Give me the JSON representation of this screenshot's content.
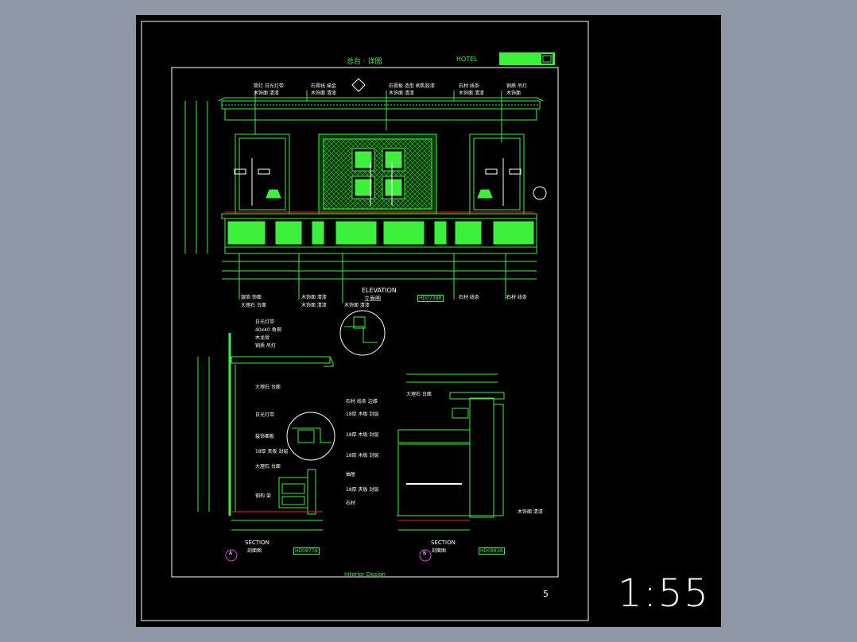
{
  "sheet": {
    "title": "总台 · 详图",
    "hotel": "HOTEL",
    "page_number": "5",
    "scale_label": "1:55",
    "footer": "Interior Design",
    "elevation": {
      "label_en": "ELEVATION",
      "label_cn": "立面图",
      "ref": "HD0738R"
    },
    "section_a": {
      "marker": "A",
      "label_en": "SECTION",
      "label_cn": "剖面图",
      "ref": "HD0877A"
    },
    "section_b": {
      "marker": "B",
      "label_en": "SECTION",
      "label_cn": "剖面图",
      "ref": "HD0893A"
    }
  },
  "colors": {
    "background": "#000000",
    "lines": "#3cf03c",
    "text": "#ffffff",
    "accent": "#ff2020",
    "marker": "#e040e0",
    "viewport": "#8f96a6"
  },
  "annotations": {
    "top_left": [
      "筒灯 日光灯带",
      "木饰面 清漆"
    ],
    "top_mid1": [
      "石膏线 描金",
      "木饰面 清漆"
    ],
    "top_mid2": [
      "石膏板 造型 刷乳胶漆",
      "木饰面 清漆"
    ],
    "top_right1": [
      "石材 线条",
      "木饰面 清漆"
    ],
    "top_right2": [
      "铜质 吊灯",
      "木饰面"
    ],
    "bottom_left": [
      "银箔 饰面",
      "大理石 台面"
    ],
    "bottom_mid": [
      "木饰面 清漆",
      "木饰面 清漆",
      "木饰面 清漆"
    ],
    "bottom_right": [
      "石材 线条",
      "石材 线条"
    ],
    "section_a_notes": [
      "日光灯带",
      "40x40 角钢",
      "木龙骨",
      "铜质 吊灯",
      "大理石 台面",
      "日光灯带",
      "装饰面板",
      "18厚 夹板 封层",
      "大理石 台面",
      "钢构 架"
    ],
    "section_b_notes": [
      "石材 线条 边缘",
      "18厚 木板 封层",
      "18厚 木板 封层",
      "18厚 木板 封层",
      "抽屉",
      "18厚 夹板 封层",
      "石材",
      "木饰面 清漆",
      "大理石 台面"
    ]
  }
}
